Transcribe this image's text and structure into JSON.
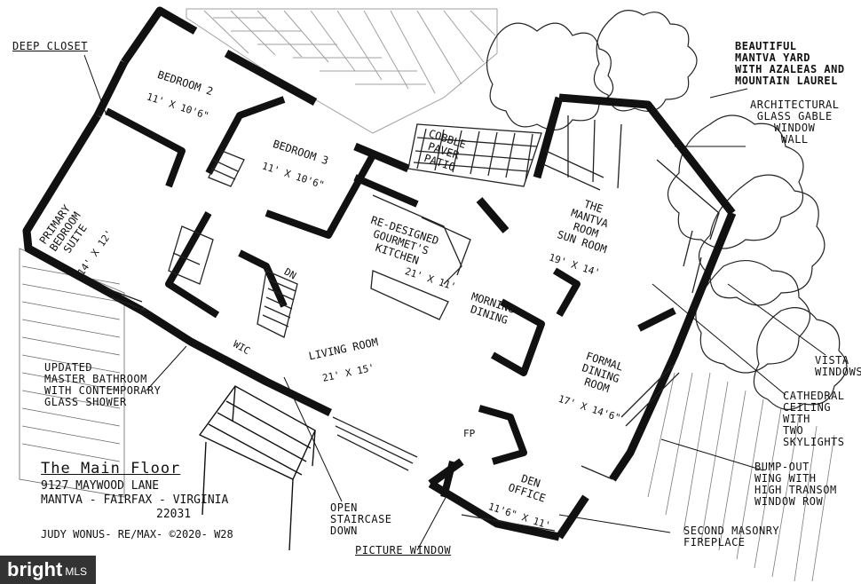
{
  "rooms": {
    "bedroom2": {
      "name": "Bedroom 2",
      "dim": "11' x 10'6\""
    },
    "bedroom3": {
      "name": "Bedroom 3",
      "dim": "11' x 10'6\""
    },
    "primary": {
      "name": "Primary\nBedroom\nSuite",
      "dim": "14' x 12'"
    },
    "patio": {
      "name": "Cobble\nPaver\nPatio"
    },
    "kitchen": {
      "name": "Re-designed\nGourmet's\nKitchen",
      "dim": "21' x 11'"
    },
    "mantva": {
      "name": "The\nMantva\nRoom\nSun Room",
      "dim": "19' x 14'"
    },
    "morning": {
      "name": "Morning\nDining"
    },
    "living": {
      "name": "Living Room",
      "dim": "21' x 15'"
    },
    "formal": {
      "name": "Formal\nDining\nRoom",
      "dim": "17' x 14'6\""
    },
    "den": {
      "name": "Den\nOffice",
      "dim": "11'6\" x 11'"
    },
    "wic": {
      "name": "WIC"
    },
    "dn": {
      "name": "DN"
    },
    "fp": {
      "name": "FP"
    }
  },
  "callouts": {
    "deep_closet": "Deep Closet",
    "yard": "Beautiful\nMantva Yard\nwith Azaleas and\nMountain Laurel",
    "glass_gable": "Architectural\nGlass Gable\nWindow\nWall",
    "vista": "Vista\nWindows",
    "cathedral": "Cathedral\nCeiling\nwith\nTwo\nSkylights",
    "bump_out": "Bump-out\nWing with\nHigh Transom\nWindow Row",
    "fireplace": "Second Masonry\nFireplace",
    "bathroom": "Updated\nMaster Bathroom\nwith Contemporary\nGlass Shower",
    "staircase": "Open\nStaircase\nDown",
    "picture_window": "Picture Window"
  },
  "title_block": {
    "title": "The Main Floor",
    "line1": "9127 Maywood Lane",
    "line2": "Mantva - Fairfax - Virginia",
    "line3": "22031",
    "credit": "Judy Wonus- Re/Max- ©2020- W28"
  },
  "watermark": {
    "brand": "bright",
    "suffix": "MLS"
  }
}
